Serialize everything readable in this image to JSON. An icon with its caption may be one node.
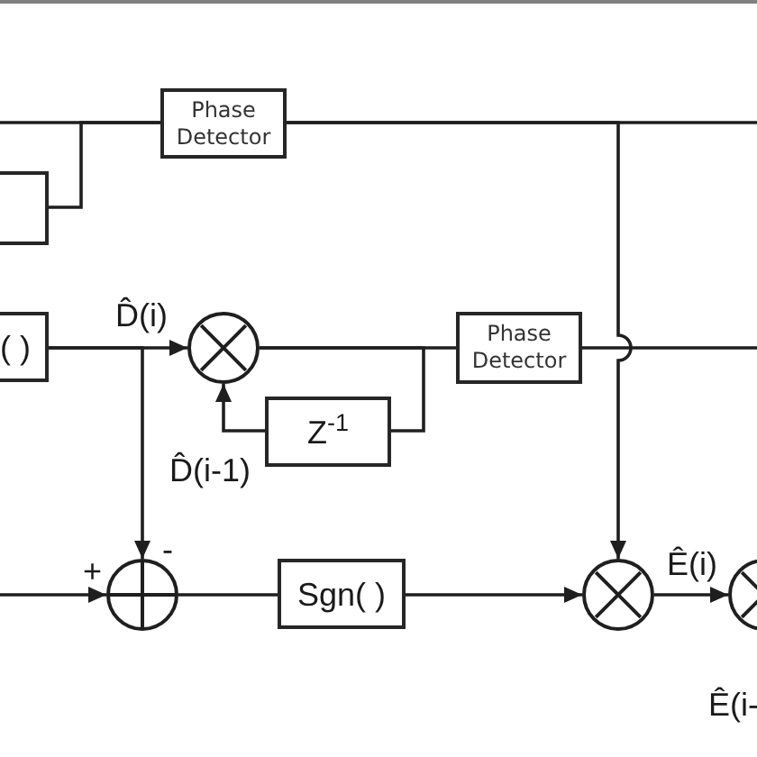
{
  "diagram": {
    "nodes": [
      {
        "text": [
          "Phase Detector"
        ]
      },
      {
        "text": [],
        "shape": "box"
      },
      {
        "text": [
          "( )"
        ]
      },
      {
        "text": [],
        "shape": "circle"
      },
      {
        "text": [
          "Phase Detector"
        ]
      },
      {
        "text": [
          "Z$^{-1}$"
        ]
      },
      {
        "text": [],
        "shape": "circle"
      },
      {
        "text": [
          "Sgn( )"
        ]
      },
      {
        "text": [],
        "shape": "circle"
      },
      {
        "text": [],
        "shape": "circle"
      }
    ],
    "edges": [
      {
        "from": null,
        "to": 0,
        "arrow": "none"
      },
      {
        "from": 1,
        "to": 0,
        "arrow": "none"
      },
      {
        "from": 0,
        "to": 8,
        "arrow": "to"
      },
      {
        "from": 0,
        "to": null,
        "arrow": "none"
      },
      {
        "from": 2,
        "to": 3,
        "arrow": "to",
        "label": "D̂(i)"
      },
      {
        "from": 2,
        "to": 6,
        "arrow": "to"
      },
      {
        "from": 3,
        "to": 4,
        "arrow": "none"
      },
      {
        "from": 3,
        "to": 5,
        "arrow": "none"
      },
      {
        "from": 5,
        "to": 3,
        "arrow": "to",
        "label": "D̂(i-1)"
      },
      {
        "from": 4,
        "to": null,
        "arrow": "none"
      },
      {
        "from": null,
        "to": 6,
        "arrow": "to"
      },
      {
        "from": 6,
        "to": 7,
        "arrow": "none"
      },
      {
        "from": 7,
        "to": 8,
        "arrow": "to"
      },
      {
        "from": 8,
        "to": 9,
        "arrow": "to",
        "label": "Ê(i)"
      }
    ],
    "labels": [
      "+",
      "-",
      "Ê(i-"
    ]
  }
}
